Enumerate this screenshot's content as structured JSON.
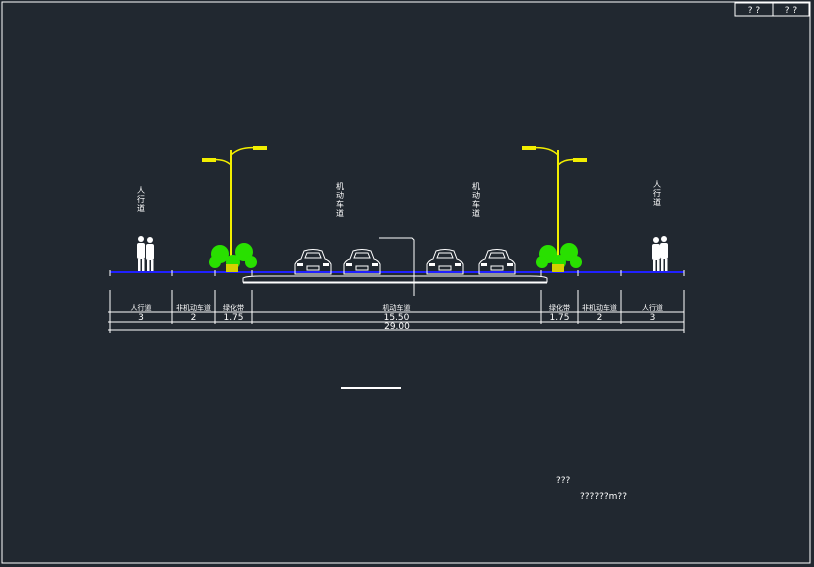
{
  "title_block": {
    "cells": [
      "? ?",
      "? ?"
    ]
  },
  "zone_labels": {
    "sidewalk_left": "人行道",
    "motor_lane_left": "机动车道",
    "motor_lane_right": "机动车道",
    "sidewalk_right": "人行道"
  },
  "segments": [
    {
      "name": "人行道",
      "width": "3"
    },
    {
      "name": "非机动车道",
      "width": "2"
    },
    {
      "name": "绿化带",
      "width": "1.75"
    },
    {
      "name": "机动车道",
      "width": "15.50"
    },
    {
      "name": "绿化带",
      "width": "1.75"
    },
    {
      "name": "非机动车道",
      "width": "2"
    },
    {
      "name": "人行道",
      "width": "3"
    }
  ],
  "total_width": "29.00",
  "notes": {
    "line1": "???",
    "line2": "??????m??"
  },
  "colors": {
    "background": "#212830",
    "lines": "#ffffff",
    "ground": "#2020ff",
    "lamp": "#f2ee00",
    "tree": "#29e000"
  }
}
